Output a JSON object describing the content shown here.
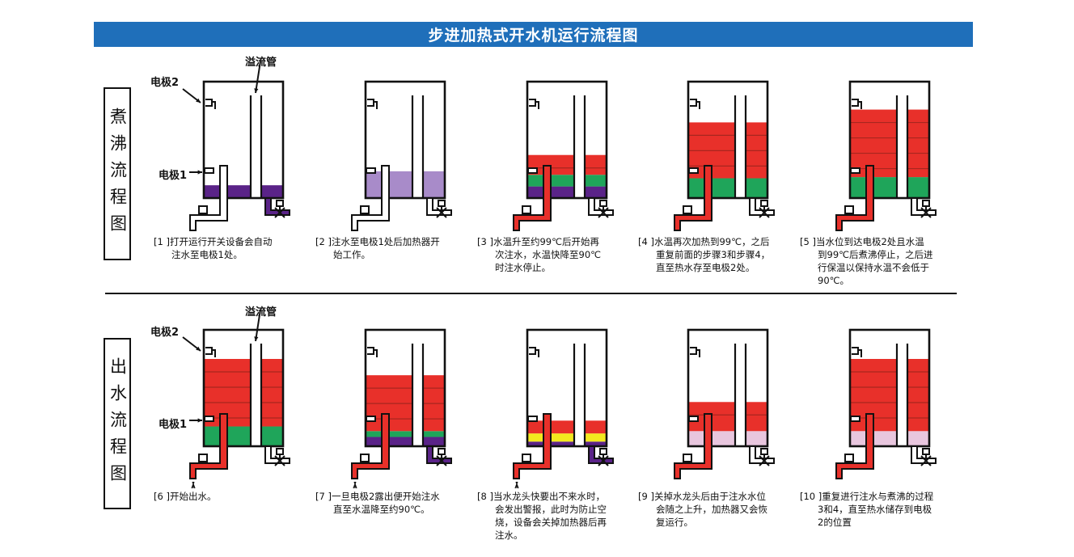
{
  "title": "步进加热式开水机运行流程图",
  "sections": [
    {
      "label": "煮沸流程图",
      "chars": [
        "煮",
        "沸",
        "流",
        "程",
        "图"
      ]
    },
    {
      "label": "出水流程图",
      "chars": [
        "出",
        "水",
        "流",
        "程",
        "图"
      ]
    }
  ],
  "labels": {
    "electrode2": "电极2",
    "electrode1": "电极1",
    "overflow": "溢流管"
  },
  "colors": {
    "header": "#1f6fba",
    "red": "#e8302a",
    "green": "#1fa55a",
    "purple": "#5a2388",
    "lavender": "#a88bc9",
    "yellow": "#f3e81e",
    "pink": "#e8c6de",
    "white": "#ffffff",
    "stripe": "#a8261f"
  },
  "steps": [
    {
      "caption": [
        "[1 ]打开运行开关设备会自动",
        "注水至电极1处。"
      ],
      "layers": [
        {
          "color": "purple",
          "fraction": 0.11
        }
      ],
      "inlet": "white",
      "drain": "purple",
      "drip": false
    },
    {
      "caption": [
        "[2 ]注水至电极1处后加热器开",
        "始工作。"
      ],
      "layers": [
        {
          "color": "lavender",
          "fraction": 0.23
        }
      ],
      "inlet": "white",
      "drain": "white",
      "drip": false
    },
    {
      "caption": [
        "[3 ]水温升至约99℃后开始再",
        "次注水，水温快降至90℃",
        "时注水停止。"
      ],
      "layers": [
        {
          "color": "purple",
          "fraction": 0.1
        },
        {
          "color": "green",
          "fraction": 0.1
        },
        {
          "color": "red",
          "fraction": 0.17
        }
      ],
      "inlet": "red",
      "drain": "white",
      "drip": false
    },
    {
      "caption": [
        "[4 ]水温再次加热到99℃，之后",
        "重复前面的步骤3和步骤4，",
        "直至热水存至电极2处。"
      ],
      "layers": [
        {
          "color": "green",
          "fraction": 0.17
        },
        {
          "color": "red",
          "fraction": 0.48
        }
      ],
      "inlet": "red",
      "drain": "white",
      "drip": false
    },
    {
      "caption": [
        "[5 ]当水位到达电极2处且水温",
        "到99℃后煮沸停止，之后进",
        "行保温以保持水温不会低于",
        "90℃。"
      ],
      "layers": [
        {
          "color": "green",
          "fraction": 0.18
        },
        {
          "color": "red",
          "fraction": 0.58
        }
      ],
      "inlet": "red",
      "drain": "white",
      "drip": false
    },
    {
      "caption": [
        "[6 ]开始出水。"
      ],
      "layers": [
        {
          "color": "green",
          "fraction": 0.17
        },
        {
          "color": "red",
          "fraction": 0.58
        }
      ],
      "inlet": "red",
      "drain": "white",
      "drip": true
    },
    {
      "caption": [
        "[7 ]一旦电极2露出便开始注水",
        "直至水温降至约90℃。"
      ],
      "layers": [
        {
          "color": "purple",
          "fraction": 0.08
        },
        {
          "color": "green",
          "fraction": 0.05
        },
        {
          "color": "red",
          "fraction": 0.48
        }
      ],
      "inlet": "red",
      "drain": "purple",
      "drip": true
    },
    {
      "caption": [
        "[8 ]当水龙头快要出不来水时，",
        "会发出警报，此时为防止空",
        "烧，设备会关掉加热器后再",
        "注水。"
      ],
      "layers": [
        {
          "color": "purple",
          "fraction": 0.04
        },
        {
          "color": "yellow",
          "fraction": 0.07
        },
        {
          "color": "red",
          "fraction": 0.11
        }
      ],
      "inlet": "red",
      "drain": "purple",
      "drip": true
    },
    {
      "caption": [
        "[9 ]关掉水龙头后由于注水水位",
        "会随之上升，加热器又会恢",
        "复运行。"
      ],
      "layers": [
        {
          "color": "pink",
          "fraction": 0.13
        },
        {
          "color": "red",
          "fraction": 0.25
        }
      ],
      "inlet": "red",
      "drain": "white",
      "drip": false
    },
    {
      "caption": [
        "[10 ]重复进行注水与煮沸的过程",
        "3和4，直至热水储存到电极",
        "2的位置"
      ],
      "layers": [
        {
          "color": "pink",
          "fraction": 0.13
        },
        {
          "color": "red",
          "fraction": 0.62
        }
      ],
      "inlet": "red",
      "drain": "white",
      "drip": false
    }
  ]
}
